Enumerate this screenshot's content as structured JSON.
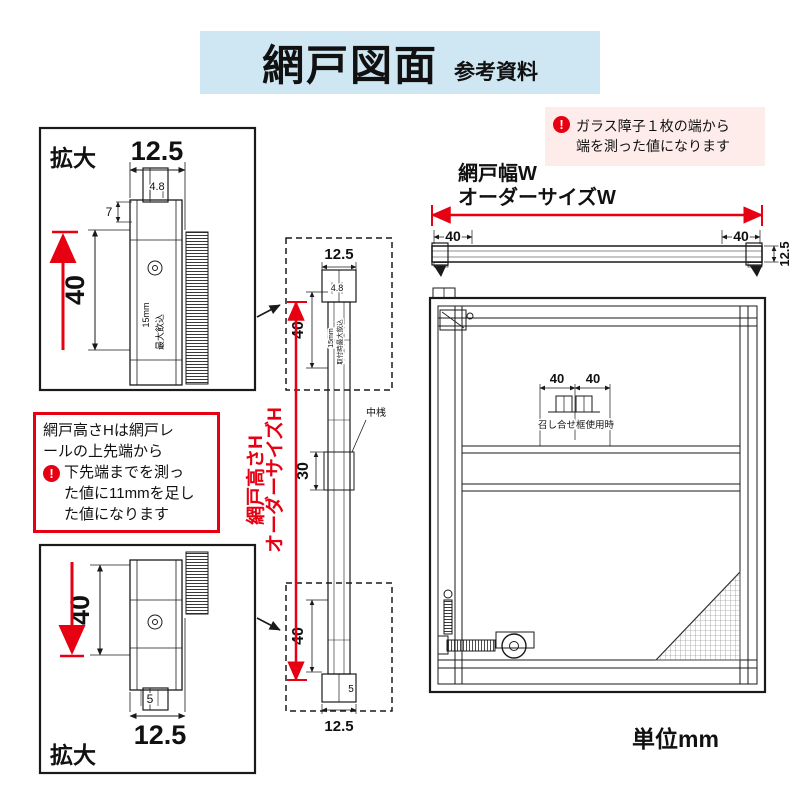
{
  "colors": {
    "accent_red": "#e60012",
    "header_bg": "#cfe7f3",
    "note_bg": "#fdecea",
    "line": "#1a1a1a"
  },
  "header": {
    "title": "網戸図面",
    "subtitle": "参考資料"
  },
  "icons": {
    "alert": "!"
  },
  "width_note": {
    "line1": "ガラス障子１枚の端から",
    "line2": "端を測った値になります"
  },
  "height_note": {
    "part1": "網戸高さHは網戸レ\nールの上先端から",
    "part2": "下先端までを測っ\nた値に11mmを足し\nた値になります"
  },
  "width_dim": {
    "line1": "網戸幅W",
    "line2": "オーダーサイズW"
  },
  "height_dim": {
    "line1": "網戸高さH",
    "line2": "オーダーサイズH"
  },
  "labels": {
    "enlarge": "拡大",
    "unit": "単位mm",
    "mid_rail": "中桟",
    "meeting_stile": "召し合せ框使用時",
    "max_engage": "最大飲込",
    "install_max_engage": "取付時最大飲込",
    "mm15": "15mm"
  },
  "dims": {
    "d12_5": "12.5",
    "d4_8": "4.8",
    "d7": "7",
    "d40": "40",
    "d30": "30",
    "d5": "5"
  }
}
